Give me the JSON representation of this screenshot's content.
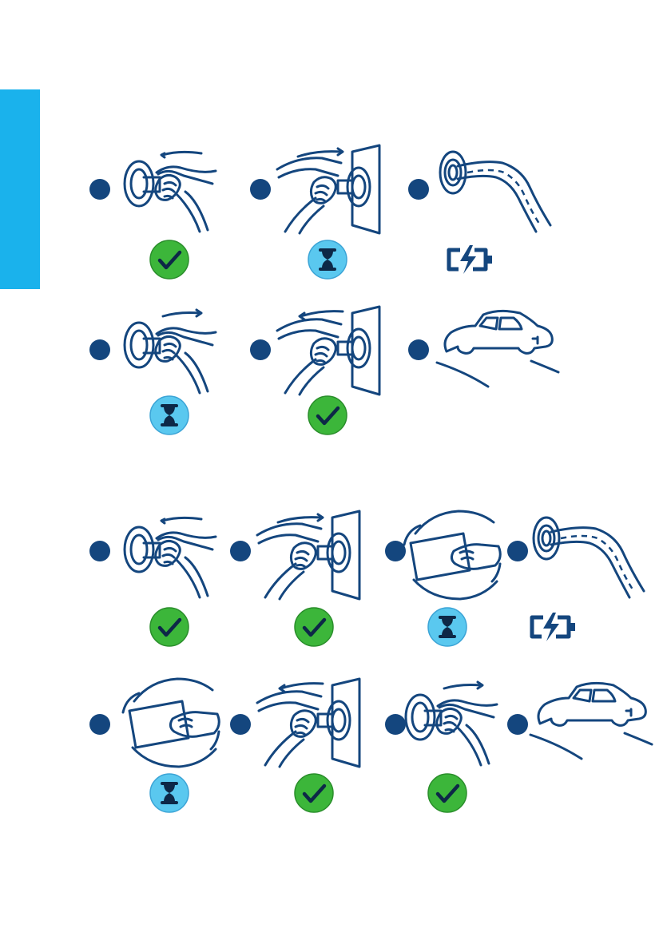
{
  "colors": {
    "accent": "#1ab2ec",
    "navy": "#14467e",
    "ok_green": "#3cb63a",
    "ok_outline": "#2a8e2b",
    "wait_blue": "#5ac8ef",
    "wait_outline": "#3ba4d6"
  },
  "icons": {
    "side_tab": "accent-tab",
    "step_marker": "step-dot",
    "ok": "checkmark-icon",
    "wait": "hourglass-icon",
    "charging": "battery-charging-icon"
  },
  "sections": [
    {
      "id": "section-1",
      "rows": [
        {
          "steps": [
            {
              "illustration": "unplug-from-car",
              "status": "ok"
            },
            {
              "illustration": "plug-into-wall",
              "status": "wait"
            },
            {
              "illustration": "cable-connected",
              "status": "charging"
            }
          ]
        },
        {
          "steps": [
            {
              "illustration": "plug-into-car",
              "status": "wait"
            },
            {
              "illustration": "unplug-from-wall",
              "status": "ok"
            },
            {
              "illustration": "car-drives-away",
              "status": "none"
            }
          ]
        }
      ]
    },
    {
      "id": "section-2",
      "rows": [
        {
          "steps": [
            {
              "illustration": "unplug-from-car",
              "status": "ok"
            },
            {
              "illustration": "plug-into-wall",
              "status": "ok"
            },
            {
              "illustration": "present-card",
              "status": "wait"
            },
            {
              "illustration": "cable-connected",
              "status": "charging"
            }
          ]
        },
        {
          "steps": [
            {
              "illustration": "present-card",
              "status": "wait"
            },
            {
              "illustration": "unplug-from-wall",
              "status": "ok"
            },
            {
              "illustration": "plug-into-car",
              "status": "ok"
            },
            {
              "illustration": "car-drives-away",
              "status": "none"
            }
          ]
        }
      ]
    }
  ]
}
